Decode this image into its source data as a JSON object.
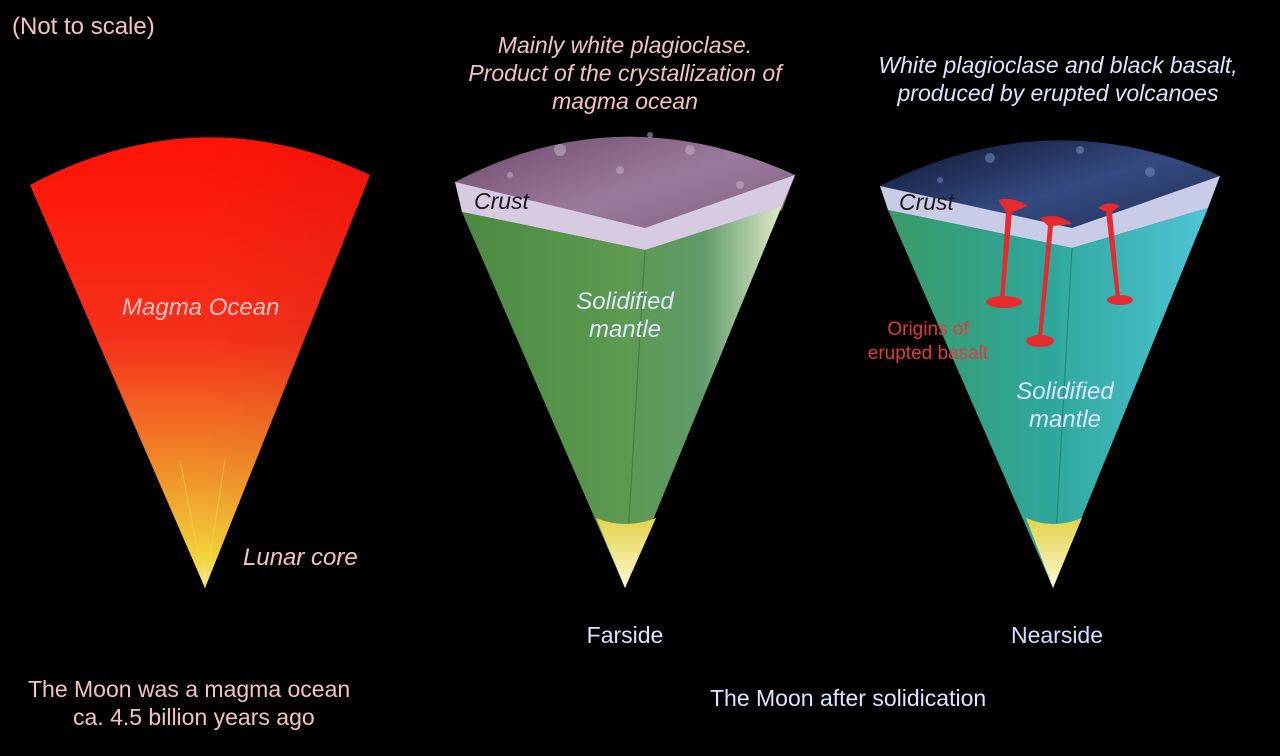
{
  "scale_note": "(Not to scale)",
  "panel_left": {
    "layer_label": "Magma Ocean",
    "core_label": "Lunar core",
    "caption_line1": "The Moon was a magma ocean",
    "caption_line2": "ca. 4.5 billion years ago"
  },
  "panel_middle": {
    "crust_desc_line1": "Mainly white plagioclase.",
    "crust_desc_line2": "Product of the crystallization of",
    "crust_desc_line3": "magma ocean",
    "crust_label": "Crust",
    "mantle_line1": "Solidified",
    "mantle_line2": "mantle",
    "side_label": "Farside"
  },
  "panel_right": {
    "crust_desc_line1": "White plagioclase and black basalt,",
    "crust_desc_line2": "produced by erupted volcanoes",
    "crust_label": "Crust",
    "basalt_line1": "Origins of",
    "basalt_line2": "erupted basalt",
    "mantle_line1": "Solidified",
    "mantle_line2": "mantle",
    "side_label": "Nearside"
  },
  "bottom_caption": "The Moon after solidication",
  "colors": {
    "magma_top": "#ff1a0a",
    "magma_bottom": "#f3e24a",
    "mantle_far": "#4f8a45",
    "mantle_near": "#2fa58a",
    "crust": "#cfc3dc",
    "basalt": "#e52b30",
    "core": "#f3ee9a"
  }
}
